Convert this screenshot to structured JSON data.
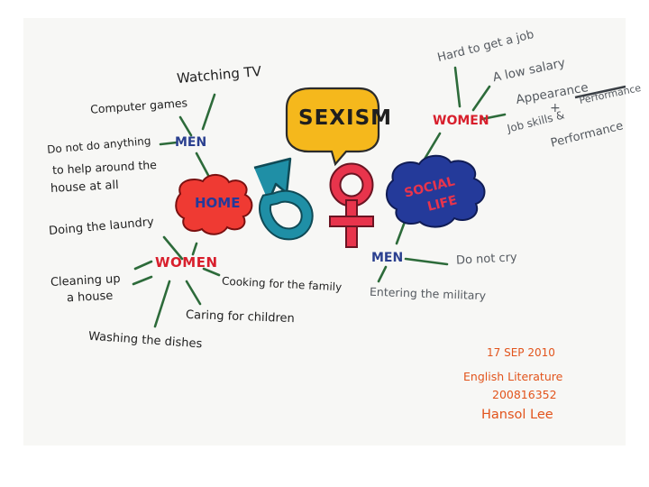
{
  "center": {
    "title": "SEXISM"
  },
  "home": {
    "label": "HOME",
    "men": {
      "label": "MEN",
      "items": [
        "Watching TV",
        "Computer games",
        "Do not do anything",
        "to help around the",
        "house at all"
      ]
    },
    "women": {
      "label": "WOMEN",
      "items": [
        "Doing the laundry",
        "Cleaning up",
        "a house",
        "Cooking for the family",
        "Caring for children",
        "Washing the dishes"
      ]
    }
  },
  "social": {
    "label_line1": "SOCIAL",
    "label_line2": "LIFE",
    "women": {
      "label": "WOMEN",
      "items": [
        "Hard to get a job",
        "A low salary",
        "Appearance",
        "+",
        "Job skills &",
        "Performance",
        "Performance"
      ]
    },
    "men": {
      "label": "MEN",
      "items": [
        "Do not cry",
        "Entering the military"
      ]
    }
  },
  "footer": {
    "date": "17 SEP 2010",
    "course": "English Literature",
    "student_id": "200816352",
    "name": "Hansol Lee"
  },
  "colors": {
    "home_bubble": "#ef3a33",
    "social_bubble": "#243a9a",
    "speech_bubble": "#f5b81c",
    "male_symbol": "#1f8fa6",
    "female_symbol": "#e8344c",
    "connector": "#2d6b3a",
    "footer": "#e2541c"
  }
}
